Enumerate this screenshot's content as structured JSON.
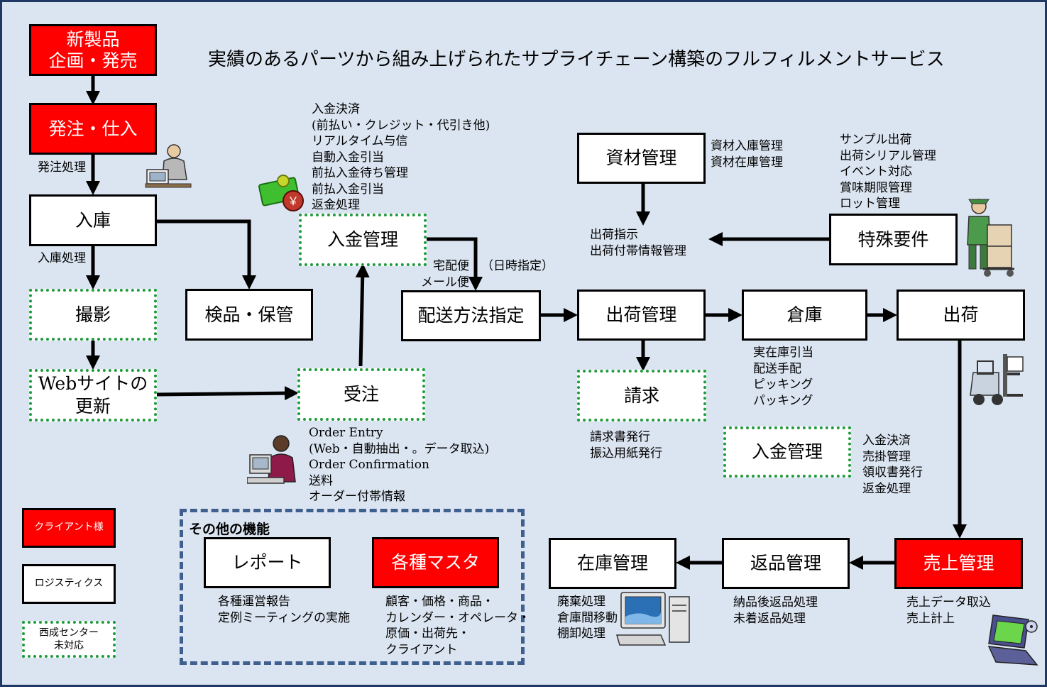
{
  "title": "実績のあるパーツから組み上げられたサプライチェーン構築のフルフィルメントサービス",
  "boxes": {
    "new_product": "新製品\n企画・発売",
    "order_purchase": "発注・仕入",
    "receiving": "入庫",
    "photo": "撮影",
    "web_update": "Webサイトの\n更新",
    "inspection": "検品・保管",
    "payment_top": "入金管理",
    "order_receive": "受注",
    "delivery_method": "配送方法指定",
    "materials": "資材管理",
    "special": "特殊要件",
    "shipping_mgmt": "出荷管理",
    "warehouse": "倉庫",
    "shipment": "出荷",
    "billing": "請求",
    "payment_mid": "入金管理",
    "sales_mgmt": "売上管理",
    "returns_mgmt": "返品管理",
    "inventory_mgmt": "在庫管理",
    "report": "レポート",
    "masters": "各種マスタ"
  },
  "labels": {
    "order_process": "発注処理",
    "receiving_process": "入庫処理",
    "payment_top_notes": "入金決済\n(前払い・クレジット・代引き他)\nリアルタイム与信\n自動入金引当\n前払入金待ち管理\n前払入金引当\n返金処理",
    "delivery_types": "宅配便\nメール便",
    "date_specify": "（日時指定）",
    "materials_notes": "資材入庫管理\n資材在庫管理",
    "special_notes": "サンプル出荷\n出荷シリアル管理\nイベント対応\n賞味期限管理\nロット管理",
    "ship_instruction": "出荷指示\n出荷付帯情報管理",
    "warehouse_notes": "実在庫引当\n配送手配\nピッキング\nパッキング",
    "billing_notes": "請求書発行\n振込用紙発行",
    "payment_mid_notes": "入金決済\n売掛管理\n領収書発行\n返金処理",
    "order_notes": "Order Entry\n(Web・自動抽出・。データ取込)\nOrder Confirmation\n送料\nオーダー付帯情報",
    "other_functions": "その他の機能",
    "report_notes": "各種運営報告\n定例ミーティングの実施",
    "masters_notes": "顧客・価格・商品・\nカレンダー・オペレータ・\n原価・出荷先・\nクライアント",
    "sales_notes": "売上データ取込\n売上計上",
    "returns_notes": "納品後返品処理\n未着返品処理",
    "inventory_notes": "廃棄処理\n倉庫間移動\n棚卸処理"
  },
  "legend": {
    "client": "クライアント様",
    "logistics": "ロジスティクス",
    "center": "西成センター\n未対応"
  },
  "icons": {
    "money": "yen-money-icon",
    "yen_symbol": "￥",
    "businessman": "businessman-at-desk-icon",
    "operator": "operator-woman-icon",
    "worker": "worker-with-boxes-icon",
    "forklift": "forklift-icon",
    "computer": "desktop-computer-icon",
    "laptop": "laptop-icon"
  },
  "colors": {
    "background": "#dbe5f1",
    "client_fill": "#ff0000",
    "center_border": "#1e9b3c",
    "dashed_border": "#3f5f8f"
  }
}
